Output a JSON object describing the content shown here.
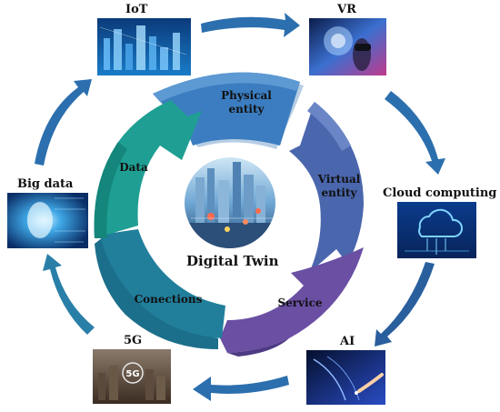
{
  "center": {
    "title": "Digital Twin"
  },
  "segments": [
    {
      "id": "physical",
      "label_line1": "Physical",
      "label_line2": "entity",
      "color": "#3b7dc0"
    },
    {
      "id": "virtual",
      "label_line1": "Virtual",
      "label_line2": "entity",
      "color": "#4a66ad"
    },
    {
      "id": "service",
      "label_line1": "Service",
      "label_line2": "",
      "color": "#6a4fa3"
    },
    {
      "id": "conections",
      "label_line1": "Conections",
      "label_line2": "",
      "color": "#217f9c"
    },
    {
      "id": "data",
      "label_line1": "Data",
      "label_line2": "",
      "color": "#1f9f93"
    }
  ],
  "technologies": [
    {
      "id": "iot",
      "label": "IoT"
    },
    {
      "id": "vr",
      "label": "VR"
    },
    {
      "id": "cloud",
      "label": "Cloud computing"
    },
    {
      "id": "ai",
      "label": "AI"
    },
    {
      "id": "5g",
      "label": "5G"
    },
    {
      "id": "bigdata",
      "label": "Big data"
    }
  ],
  "colors": {
    "outer_arrow": "#2e6fa7",
    "outer_arrow_dark": "#1d4f82"
  }
}
